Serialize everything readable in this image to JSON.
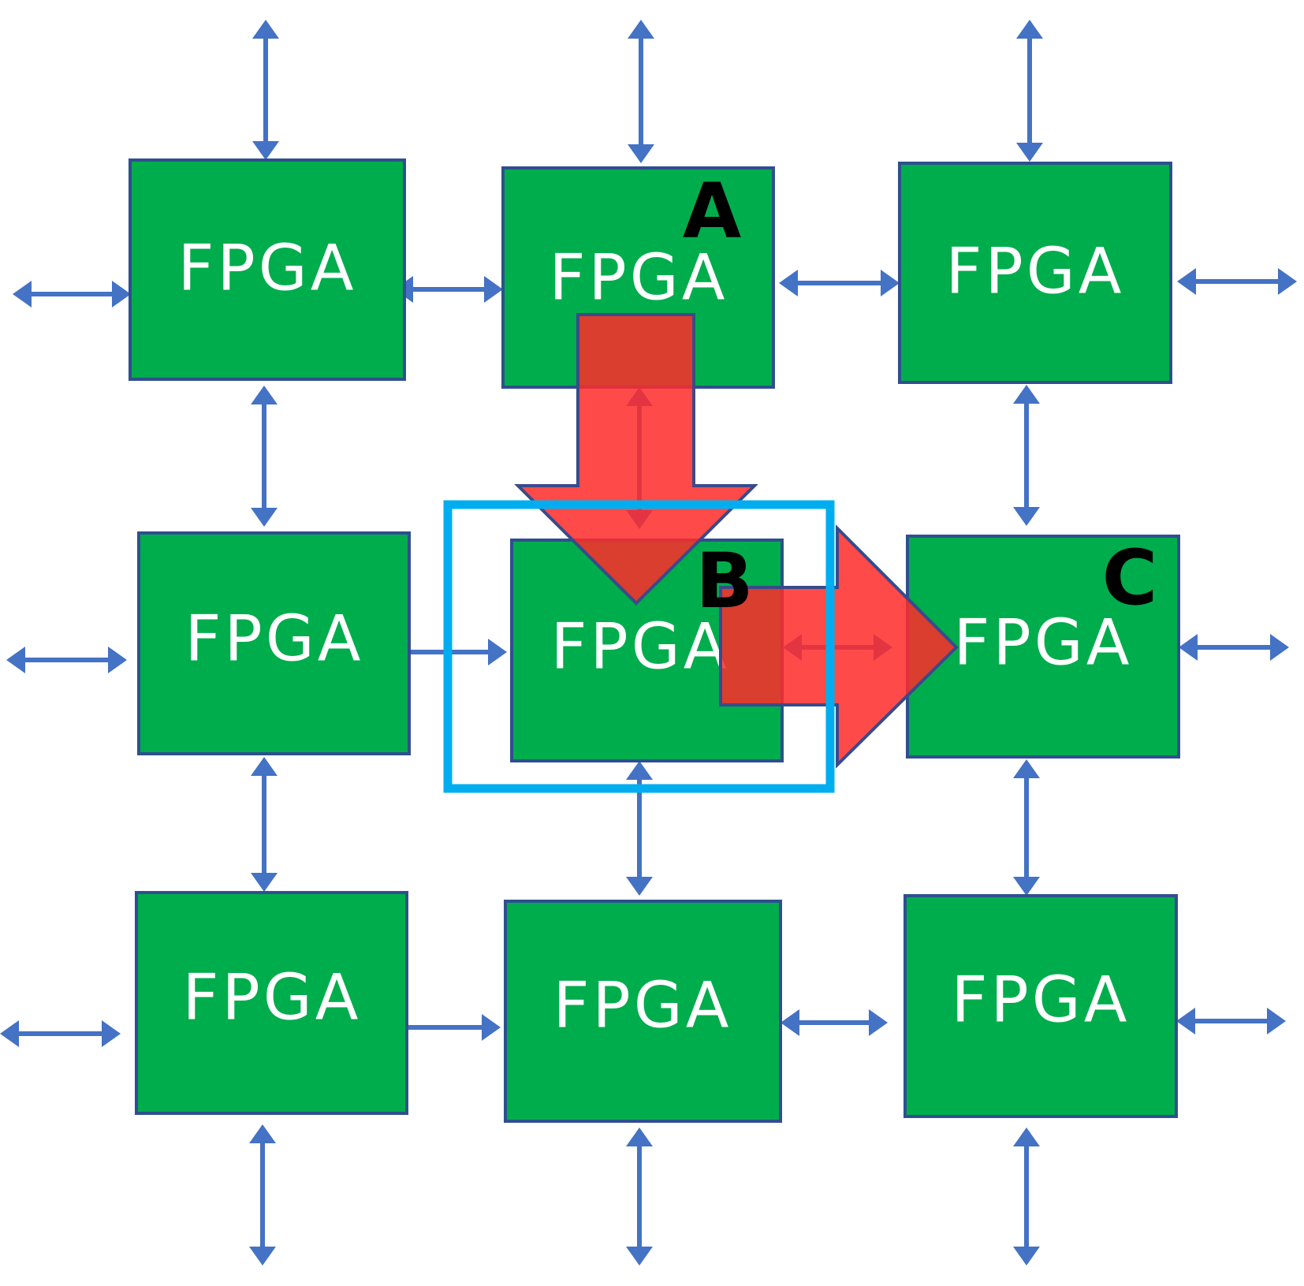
{
  "diagram": {
    "nodes": [
      {
        "id": "r1c1",
        "text": "FPGA"
      },
      {
        "id": "r1c2",
        "text": "FPGA",
        "label": "A"
      },
      {
        "id": "r1c3",
        "text": "FPGA"
      },
      {
        "id": "r2c1",
        "text": "FPGA"
      },
      {
        "id": "r2c2",
        "text": "FPGA",
        "label": "B"
      },
      {
        "id": "r2c3",
        "text": "FPGA",
        "label": "C"
      },
      {
        "id": "r3c1",
        "text": "FPGA"
      },
      {
        "id": "r3c2",
        "text": "FPGA"
      },
      {
        "id": "r3c3",
        "text": "FPGA"
      }
    ],
    "route": [
      "A",
      "B",
      "C"
    ],
    "highlighted_node": "B",
    "colors": {
      "node_fill": "#00ad4c",
      "node_border": "#2f4f8f",
      "link": "#4472c4",
      "route_arrow": "#ff2a2a",
      "highlight_box": "#00aeef"
    }
  }
}
